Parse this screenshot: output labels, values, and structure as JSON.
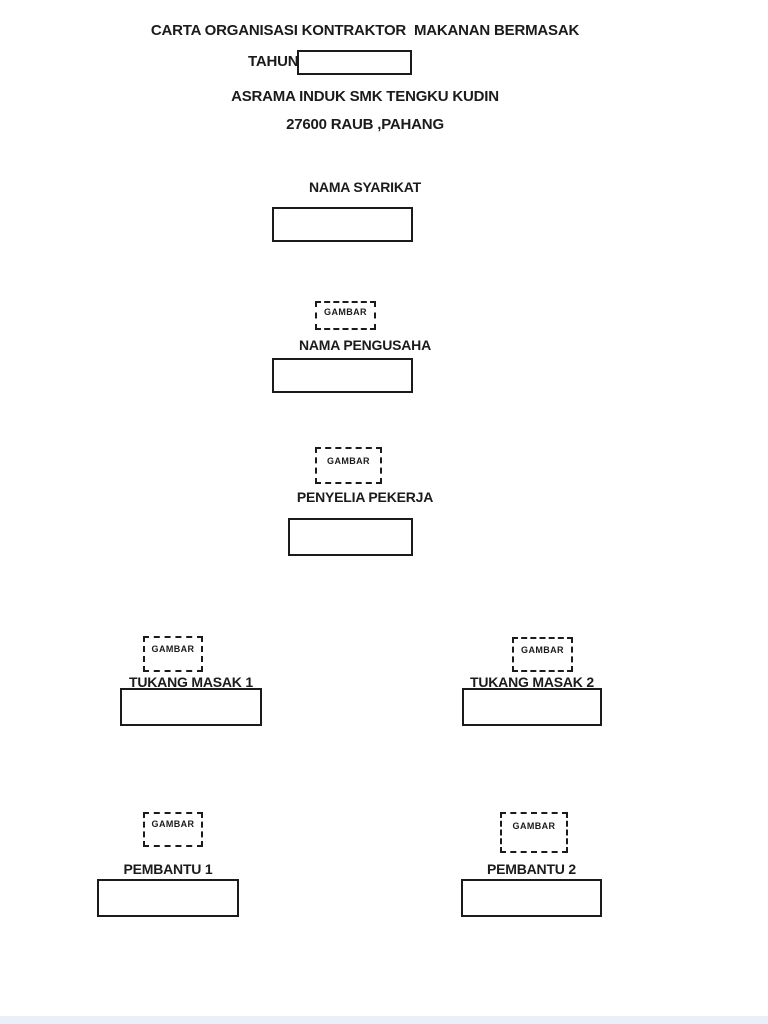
{
  "document": {
    "title": "CARTA ORGANISASI KONTRAKTOR  MAKANAN BERMASAK",
    "year": {
      "label": "TAHUN",
      "value": ""
    },
    "address_line1": "ASRAMA INDUK SMK TENGKU KUDIN",
    "address_line2": "27600 RAUB ,PAHANG",
    "photo_placeholder": "GAMBAR",
    "positions": {
      "company": {
        "label": "NAMA SYARIKAT",
        "value": ""
      },
      "owner": {
        "label": "NAMA PENGUSAHA",
        "value": ""
      },
      "supervisor": {
        "label": "PENYELIA PEKERJA",
        "value": ""
      },
      "cook1": {
        "label": "TUKANG MASAK 1",
        "value": ""
      },
      "cook2": {
        "label": "TUKANG MASAK 2",
        "value": ""
      },
      "helper1": {
        "label": "PEMBANTU 1",
        "value": ""
      },
      "helper2": {
        "label": "PEMBANTU 2",
        "value": ""
      }
    },
    "ink_color": "#1b1b1b"
  }
}
